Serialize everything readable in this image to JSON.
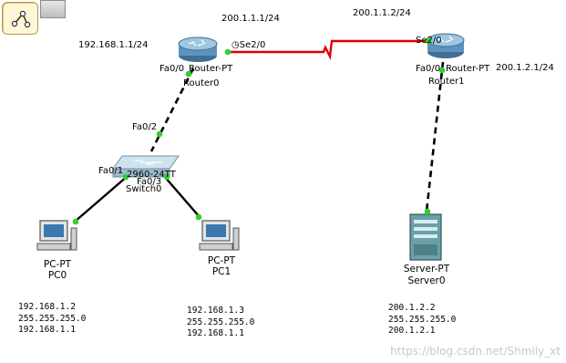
{
  "toolbar": {
    "tool_icon": "topology-tool-icon"
  },
  "links": {
    "serial_left_ip": "200.1.1.1/24",
    "serial_right_ip": "200.1.1.2/24",
    "router0_lan_ip": "192.168.1.1/24",
    "router1_lan_ip": "200.1.2.1/24",
    "colors": {
      "serial": "#e00000",
      "ethernet": "#000000",
      "port_up": "#2fd12f"
    }
  },
  "devices": {
    "router0": {
      "model": "Router-PT",
      "name": "Router0",
      "port_fa": "Fa0/0",
      "port_serial": "Se2/0"
    },
    "router1": {
      "model": "Router-PT",
      "name": "Router1",
      "port_fa": "Fa0/0",
      "port_serial": "Se2/0"
    },
    "switch0": {
      "model": "2960-24TT",
      "name": "Switch0",
      "port_up": "Fa0/2",
      "port_pc0": "Fa0/1",
      "port_pc1": "Fa0/3"
    },
    "pc0": {
      "model": "PC-PT",
      "name": "PC0",
      "ip": "192.168.1.2",
      "mask": "255.255.255.0",
      "gateway": "192.168.1.1"
    },
    "pc1": {
      "model": "PC-PT",
      "name": "PC1",
      "ip": "192.168.1.3",
      "mask": "255.255.255.0",
      "gateway": "192.168.1.1"
    },
    "server0": {
      "model": "Server-PT",
      "name": "Server0",
      "ip": "200.1.2.2",
      "mask": "255.255.255.0",
      "gateway": "200.1.2.1"
    }
  },
  "watermark": "https://blog.csdn.net/Shmily_xt"
}
